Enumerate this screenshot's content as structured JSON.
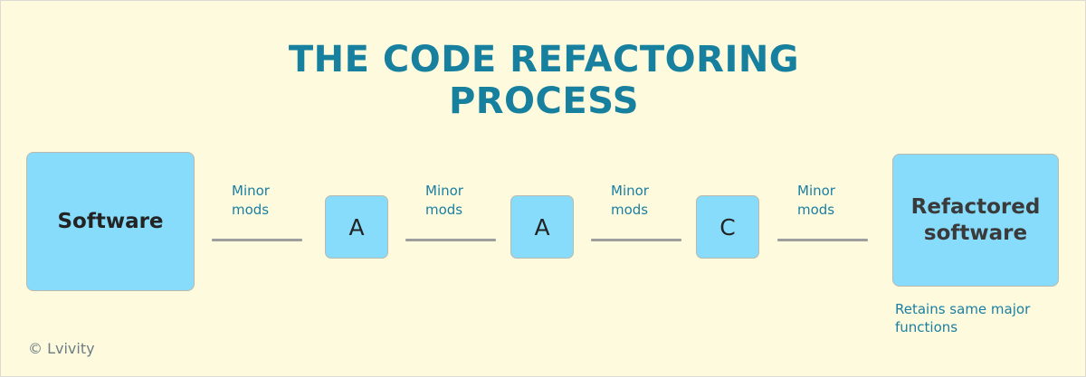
{
  "figure": {
    "title": "THE CODE REFACTORING\nPROCESS",
    "background_color": "#fdfade",
    "accent_color": "#17809f",
    "box_color": "#87dcfb",
    "line_color": "#9e9e9e"
  },
  "start_box": {
    "label": "Software"
  },
  "end_box": {
    "label": "Refactored\nsoftware",
    "caption": "Retains same major\nfunctions"
  },
  "steps": [
    {
      "label": "A"
    },
    {
      "label": "A"
    },
    {
      "label": "C"
    }
  ],
  "connectors": [
    {
      "label": "Minor\nmods"
    },
    {
      "label": "Minor\nmods"
    },
    {
      "label": "Minor\nmods"
    },
    {
      "label": "Minor\nmods"
    }
  ],
  "watermark": {
    "text": "© Lvivity"
  }
}
